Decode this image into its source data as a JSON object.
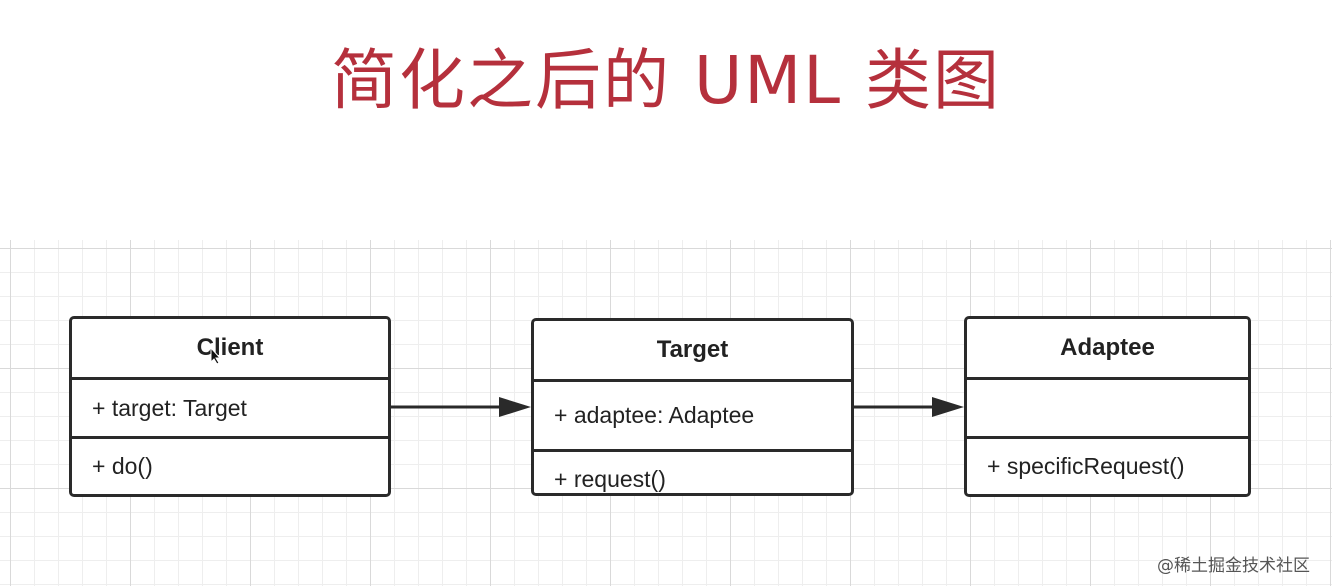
{
  "title": "简化之后的 UML 类图",
  "classes": [
    {
      "name": "Client",
      "attributes": "+ target: Target",
      "methods": "+ do()"
    },
    {
      "name": "Target",
      "attributes": "+ adaptee: Adaptee",
      "methods": "+ request()"
    },
    {
      "name": "Adaptee",
      "attributes": "",
      "methods": "+ specificRequest()"
    }
  ],
  "watermark": "@稀土掘金技术社区"
}
